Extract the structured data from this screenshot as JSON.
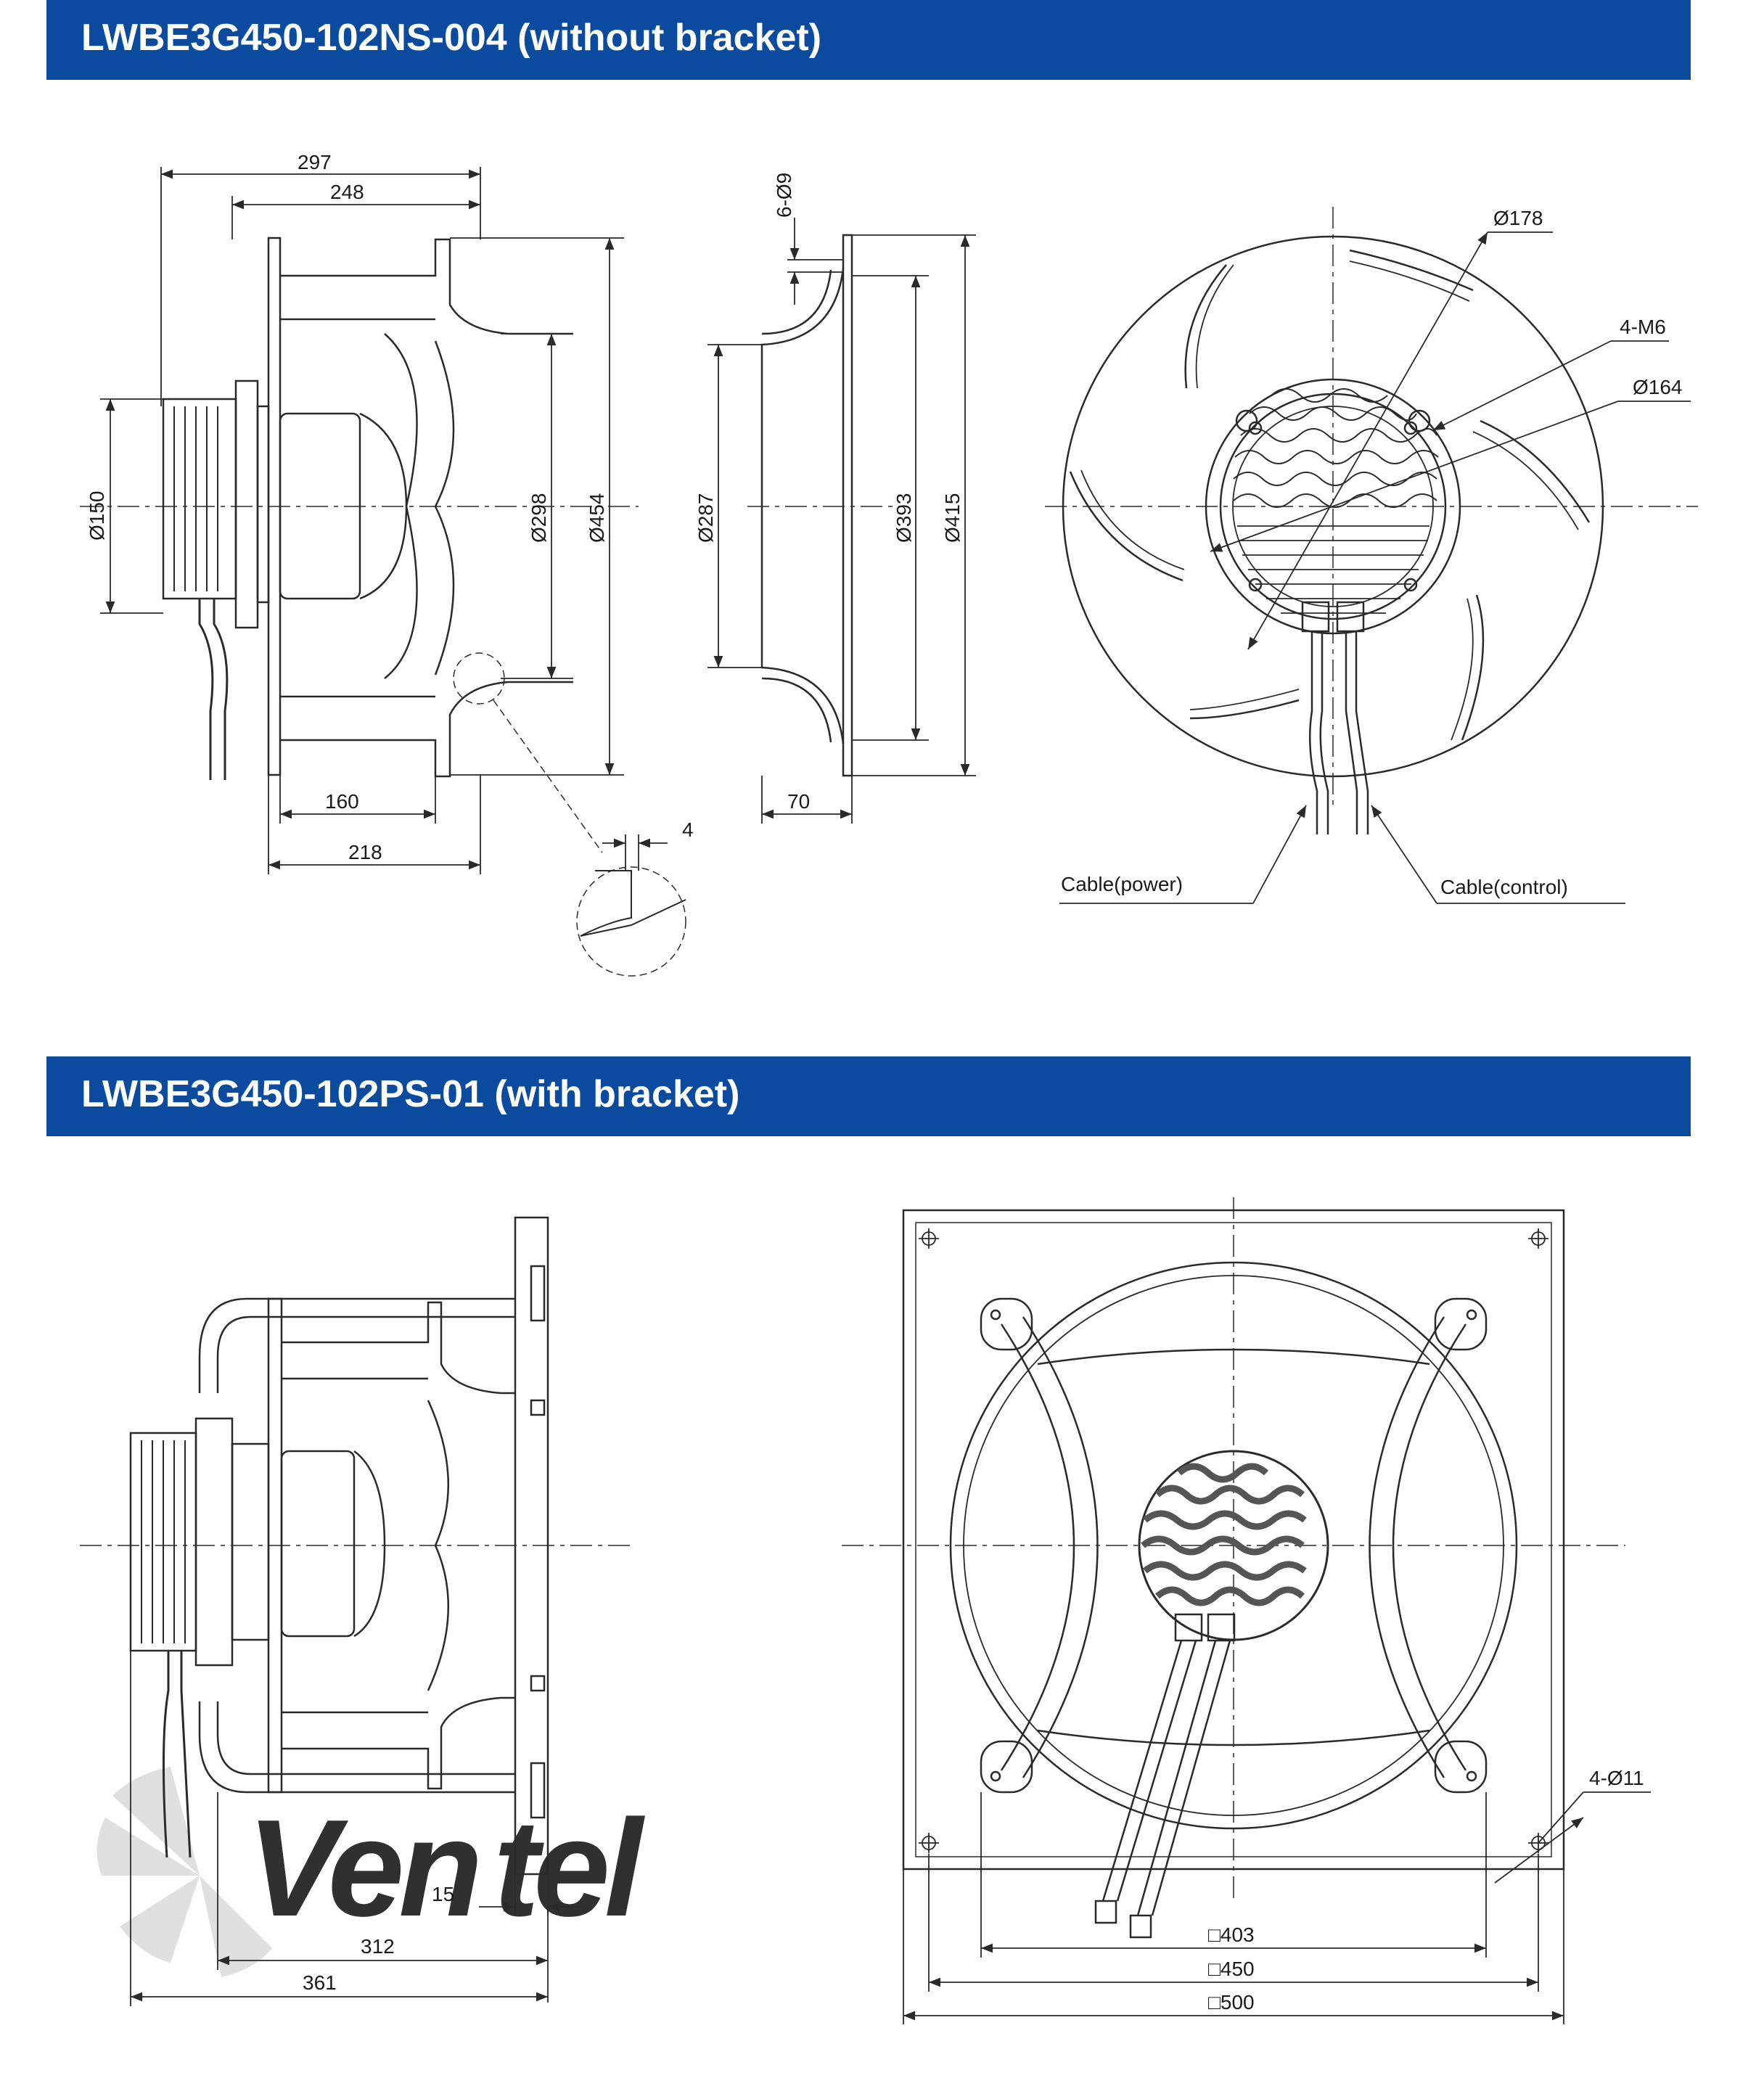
{
  "sections": [
    {
      "title": "LWBE3G450-102NS-004 (without bracket)"
    },
    {
      "title": "LWBE3G450-102PS-01 (with bracket)"
    }
  ],
  "top": {
    "side_view": {
      "d297": "297",
      "d248": "248",
      "d150": "Ø150",
      "d298": "Ø298",
      "d454": "Ø454",
      "d160": "160",
      "d218": "218",
      "d4": "4"
    },
    "nozzle_view": {
      "holes": "6-Ø9",
      "d287": "Ø287",
      "d393": "Ø393",
      "d415": "Ø415",
      "d70": "70"
    },
    "front_view": {
      "d178": "Ø178",
      "m6": "4-M6",
      "d164": "Ø164",
      "cable_power": "Cable(power)",
      "cable_control": "Cable(control)"
    }
  },
  "bottom": {
    "side_view": {
      "d15": "15",
      "d312": "312",
      "d361": "361"
    },
    "front_view": {
      "holes": "4-Ø11",
      "sq403": "□403",
      "sq450": "□450",
      "sq500": "□500"
    }
  },
  "watermark": {
    "text": "Ventel",
    "colors": {
      "dark": "#c9c9c9",
      "accent": "#b8d7f2"
    }
  },
  "colors": {
    "banner": "#0a4ba0",
    "line": "#2a2a2a"
  }
}
